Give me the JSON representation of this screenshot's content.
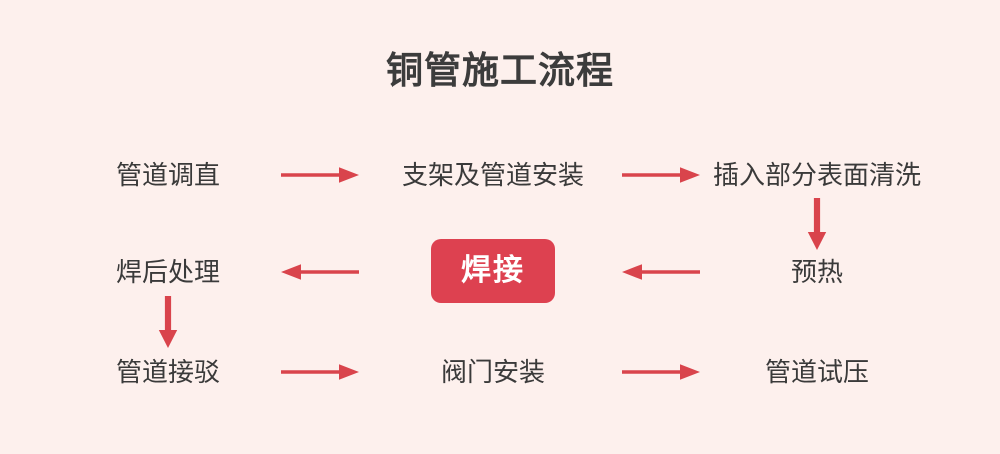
{
  "title": "铜管施工流程",
  "colors": {
    "background": "#fdf0ed",
    "text": "#3a3a3a",
    "title": "#3c3c3c",
    "accent": "#dd4150",
    "arrow": "#d9444c",
    "highlight_text": "#ffffff"
  },
  "chart_data": {
    "type": "diagram",
    "diagram_type": "flowchart",
    "title": "铜管施工流程",
    "layout": "serpentine-grid-3x3",
    "nodes": [
      {
        "id": "n1",
        "label": "管道调直",
        "row": 1,
        "col": 1,
        "highlight": false
      },
      {
        "id": "n2",
        "label": "支架及管道安装",
        "row": 1,
        "col": 2,
        "highlight": false
      },
      {
        "id": "n3",
        "label": "插入部分表面清洗",
        "row": 1,
        "col": 3,
        "highlight": false
      },
      {
        "id": "n4",
        "label": "预热",
        "row": 2,
        "col": 3,
        "highlight": false
      },
      {
        "id": "n5",
        "label": "焊接",
        "row": 2,
        "col": 2,
        "highlight": true
      },
      {
        "id": "n6",
        "label": "焊后处理",
        "row": 2,
        "col": 1,
        "highlight": false
      },
      {
        "id": "n7",
        "label": "管道接驳",
        "row": 3,
        "col": 1,
        "highlight": false
      },
      {
        "id": "n8",
        "label": "阀门安装",
        "row": 3,
        "col": 2,
        "highlight": false
      },
      {
        "id": "n9",
        "label": "管道试压",
        "row": 3,
        "col": 3,
        "highlight": false
      }
    ],
    "edges": [
      {
        "from": "n1",
        "to": "n2",
        "direction": "right"
      },
      {
        "from": "n2",
        "to": "n3",
        "direction": "right"
      },
      {
        "from": "n3",
        "to": "n4",
        "direction": "down"
      },
      {
        "from": "n4",
        "to": "n5",
        "direction": "left"
      },
      {
        "from": "n5",
        "to": "n6",
        "direction": "left"
      },
      {
        "from": "n6",
        "to": "n7",
        "direction": "down"
      },
      {
        "from": "n7",
        "to": "n8",
        "direction": "right"
      },
      {
        "from": "n8",
        "to": "n9",
        "direction": "right"
      }
    ]
  },
  "nodes": {
    "n1": "管道调直",
    "n2": "支架及管道安装",
    "n3": "插入部分表面清洗",
    "n4": "预热",
    "n5": "焊接",
    "n6": "焊后处理",
    "n7": "管道接驳",
    "n8": "阀门安装",
    "n9": "管道试压"
  }
}
